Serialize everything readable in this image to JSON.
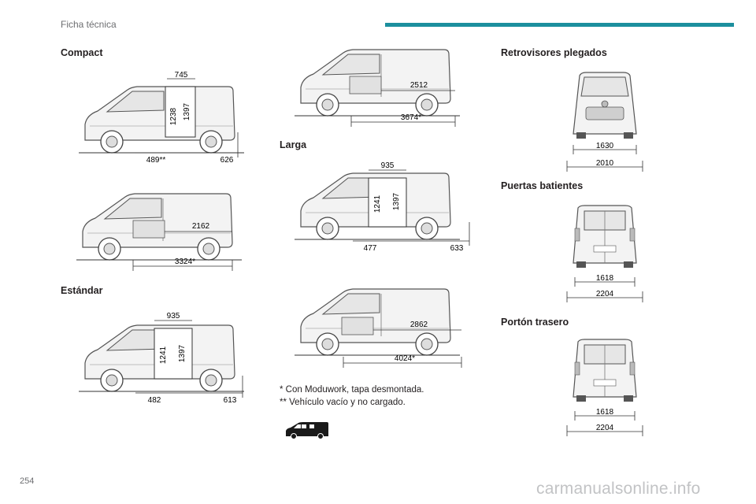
{
  "header": {
    "title": "Ficha técnica",
    "accent_color": "#1c8f9e"
  },
  "sections": {
    "compact": "Compact",
    "estandar": "Estándar",
    "larga": "Larga",
    "retrovisores": "Retrovisores plegados",
    "puertas": "Puertas batientes",
    "porton": "Portón trasero"
  },
  "figures": {
    "compact_side": {
      "top": "745",
      "h1": "1238",
      "h2": "1397",
      "left": "489**",
      "right": "626"
    },
    "compact_load": {
      "inner": "2162",
      "total": "3324*"
    },
    "estandar_side": {
      "top": "935",
      "h1": "1241",
      "h2": "1397",
      "left": "482",
      "right": "613"
    },
    "estandar_load": {
      "inner": "2512",
      "total": "3674*"
    },
    "larga_side": {
      "top": "935",
      "h1": "1241",
      "h2": "1397",
      "left": "477",
      "right": "633"
    },
    "larga_load": {
      "inner": "2862",
      "total": "4024*"
    },
    "mirrors": {
      "inner": "1630",
      "outer": "2010"
    },
    "doors": {
      "inner": "1618",
      "outer": "2204"
    },
    "tailgate": {
      "inner": "1618",
      "outer": "2204"
    }
  },
  "footnotes": {
    "line1": "* Con Moduwork, tapa desmontada.",
    "line2": "** Vehículo vacío y no cargado."
  },
  "page_number": "254",
  "watermark": "carmanualsonline.info"
}
